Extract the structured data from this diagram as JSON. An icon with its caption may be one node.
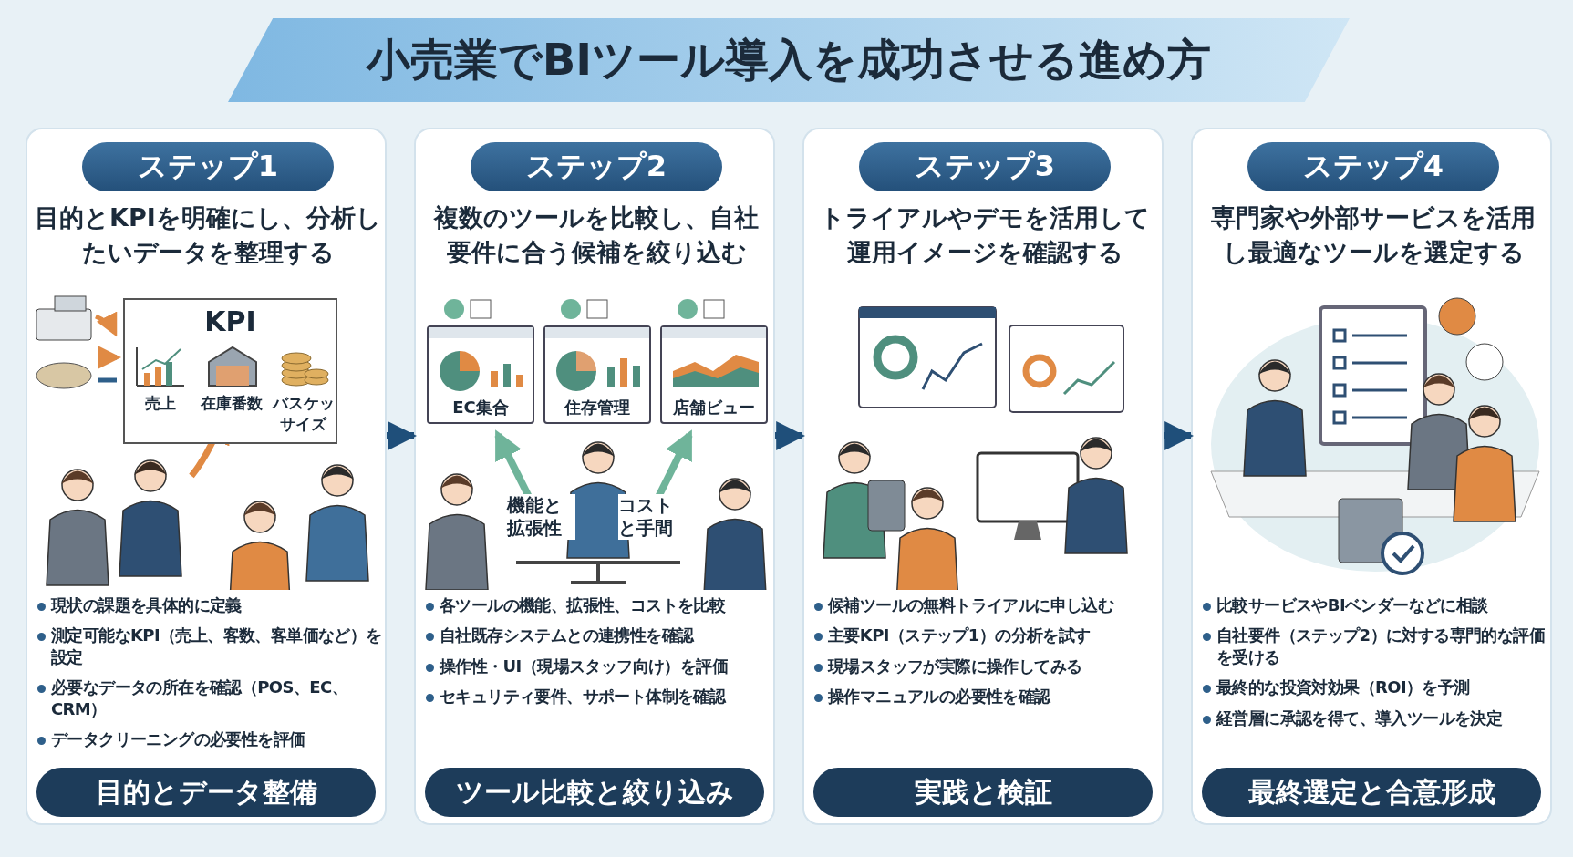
{
  "diagram": {
    "title": "小売業でBIツール導入を成功させる進め方",
    "nodes": [
      {
        "text": [
          "ステップ1",
          "目的とKPIを明確にし、分析したいデータを整理する",
          "現状の課題を具体的に定義",
          "測定可能なKPI（売上、客数、客単価など）を設定",
          "必要なデータの所在を確認（POS、EC、CRM）",
          "データクリーニングの必要性を評価",
          "目的とデータ整備"
        ]
      },
      {
        "text": [
          "KPI",
          "売上",
          "在庫番数",
          "バスケッサイズ"
        ],
        "in": 0
      },
      {
        "text": [
          "ステップ2",
          "複数のツールを比較し、自社要件に合う候補を絞り込む",
          "各ツールの機能、拡張性、コストを比較",
          "自社既存システムとの連携性を確認",
          "操作性・UI（現場スタッフ向け）を評価",
          "セキュリティ要件、サポート体制を確認",
          "ツール比較と絞り込み"
        ]
      },
      {
        "text": [
          "EC集合"
        ],
        "in": 2
      },
      {
        "text": [
          "住存管理"
        ],
        "in": 2
      },
      {
        "text": [
          "店舗ビュー"
        ],
        "in": 2
      },
      {
        "text": [
          "ステップ3",
          "トライアルやデモを活用して運用イメージを確認する",
          "候補ツールの無料トライアルに申し込む",
          "主要KPI（ステップ1）の分析を試す",
          "現場スタッフが実際に操作してみる",
          "操作マニュアルの必要性を確認",
          "実践と検証"
        ]
      },
      {
        "text": [
          "ステップ4",
          "専門家や外部サービスを活用し最適なツールを選定する",
          "比較サービスやBIベンダーなどに相談",
          "自社要件（ステップ2）に対する専門的な評価を受ける",
          "最終的な投資対効果（ROI）を予測",
          "経営層に承認を得て、導入ツールを決定",
          "最終選定と合意形成"
        ]
      }
    ],
    "edges": [
      {
        "from": 0,
        "to": 2,
        "arrow": "to"
      },
      {
        "from": 2,
        "to": 6,
        "arrow": "to"
      },
      {
        "from": 6,
        "to": 7,
        "arrow": "to"
      }
    ],
    "labels": [
      "機能と拡張性",
      "コストと手間"
    ]
  }
}
